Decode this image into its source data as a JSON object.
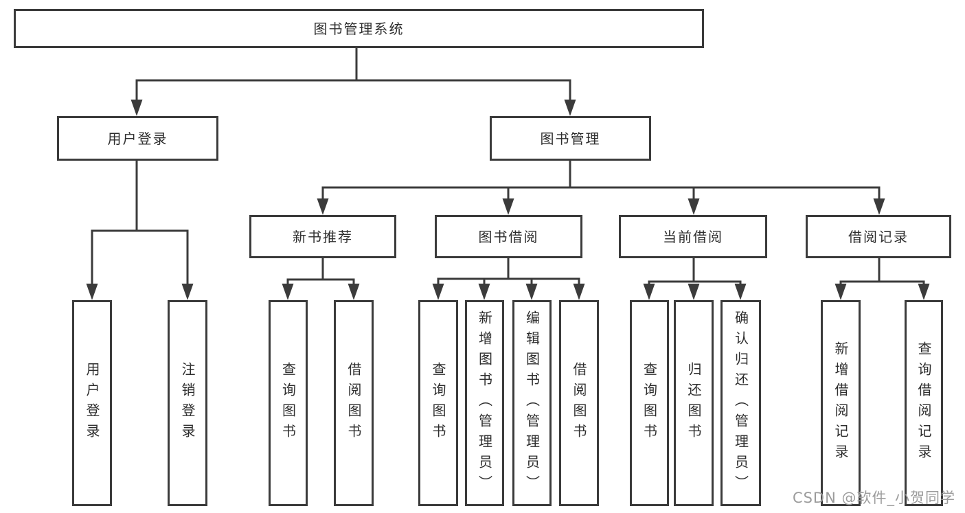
{
  "page": {
    "watermark": "CSDN @软件_小贺同学"
  },
  "colors": {
    "line": "#3b3b3b",
    "box_border": "#3b3b3b",
    "text": "#2e2e2e",
    "watermark": "#9c9c9c",
    "background": "#ffffff"
  },
  "tree": {
    "root": {
      "label": "图书管理系统",
      "children": [
        {
          "label": "用户登录",
          "children": [
            {
              "label": "用户登录"
            },
            {
              "label": "注销登录"
            }
          ]
        },
        {
          "label": "图书管理",
          "children": [
            {
              "label": "新书推荐",
              "children": [
                {
                  "label": "查询图书"
                },
                {
                  "label": "借阅图书"
                }
              ]
            },
            {
              "label": "图书借阅",
              "children": [
                {
                  "label": "查询图书"
                },
                {
                  "label": "新增图书（管理员）"
                },
                {
                  "label": "编辑图书（管理员）"
                },
                {
                  "label": "借阅图书"
                }
              ]
            },
            {
              "label": "当前借阅",
              "children": [
                {
                  "label": "查询图书"
                },
                {
                  "label": "归还图书"
                },
                {
                  "label": "确认归还（管理员）"
                }
              ]
            },
            {
              "label": "借阅记录",
              "children": [
                {
                  "label": "新增借阅记录"
                },
                {
                  "label": "查询借阅记录"
                }
              ]
            }
          ]
        }
      ]
    }
  }
}
